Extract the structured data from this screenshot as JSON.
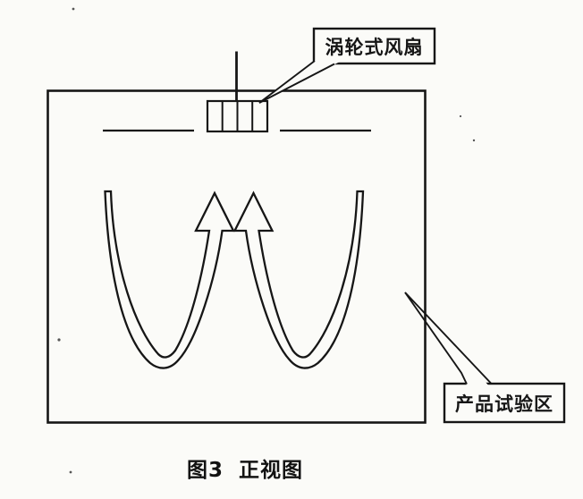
{
  "figure": {
    "caption": {
      "number": "图3",
      "title": "正视图"
    },
    "labels": {
      "fan": "涡轮式风扇",
      "test_area": "产品试验区"
    }
  },
  "colors": {
    "ink": "#161616",
    "paper": "#fbfbf8"
  }
}
